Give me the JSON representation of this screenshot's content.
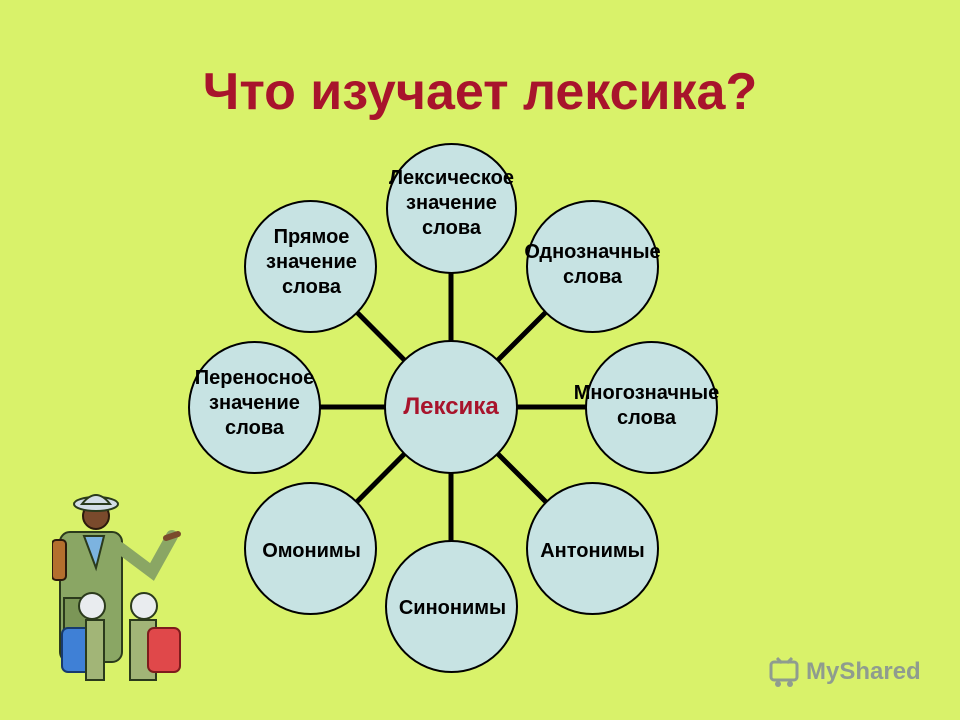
{
  "title": "Что изучает лексика?",
  "center": {
    "label": "Лексика"
  },
  "nodes": [
    {
      "id": "lexical-meaning",
      "label": "Лексическое\nзначение\nслова"
    },
    {
      "id": "unambiguous-words",
      "label": "Однозначные\nслова"
    },
    {
      "id": "polysemous-words",
      "label": "Многозначные\nслова"
    },
    {
      "id": "antonyms",
      "label": "Антонимы"
    },
    {
      "id": "synonyms",
      "label": "Синонимы"
    },
    {
      "id": "homonyms",
      "label": "Омонимы"
    },
    {
      "id": "figurative-meaning",
      "label": "Переносное\nзначение\nслова"
    },
    {
      "id": "direct-meaning",
      "label": "Прямое\nзначение\nслова"
    }
  ],
  "watermark": {
    "text": "MyShared"
  },
  "colors": {
    "background": "#d9f26a",
    "title": "#a8142c",
    "node_fill": "#c7e3e3",
    "center_text": "#a8142c"
  }
}
